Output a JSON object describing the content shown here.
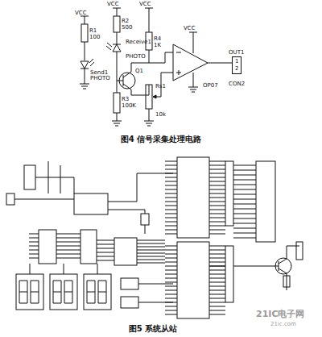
{
  "diagram": {
    "nodes": [
      {
        "text": [
          "1",
          "2"
        ]
      }
    ],
    "labels": [
      "VCC",
      "R1",
      "100",
      "Send1",
      "PHOTO",
      "VCC",
      "R2",
      "500",
      "Receive1",
      "PHOTO",
      "Q1",
      "R3",
      "100K",
      "VCC",
      "R4",
      "1K",
      "Rs1",
      "10k",
      "VCC",
      "OP07",
      "OUT1",
      "CON2",
      "图4 信号采集处理电路",
      "图5 系统从站",
      "21IC电子网",
      "21ic.com"
    ]
  }
}
